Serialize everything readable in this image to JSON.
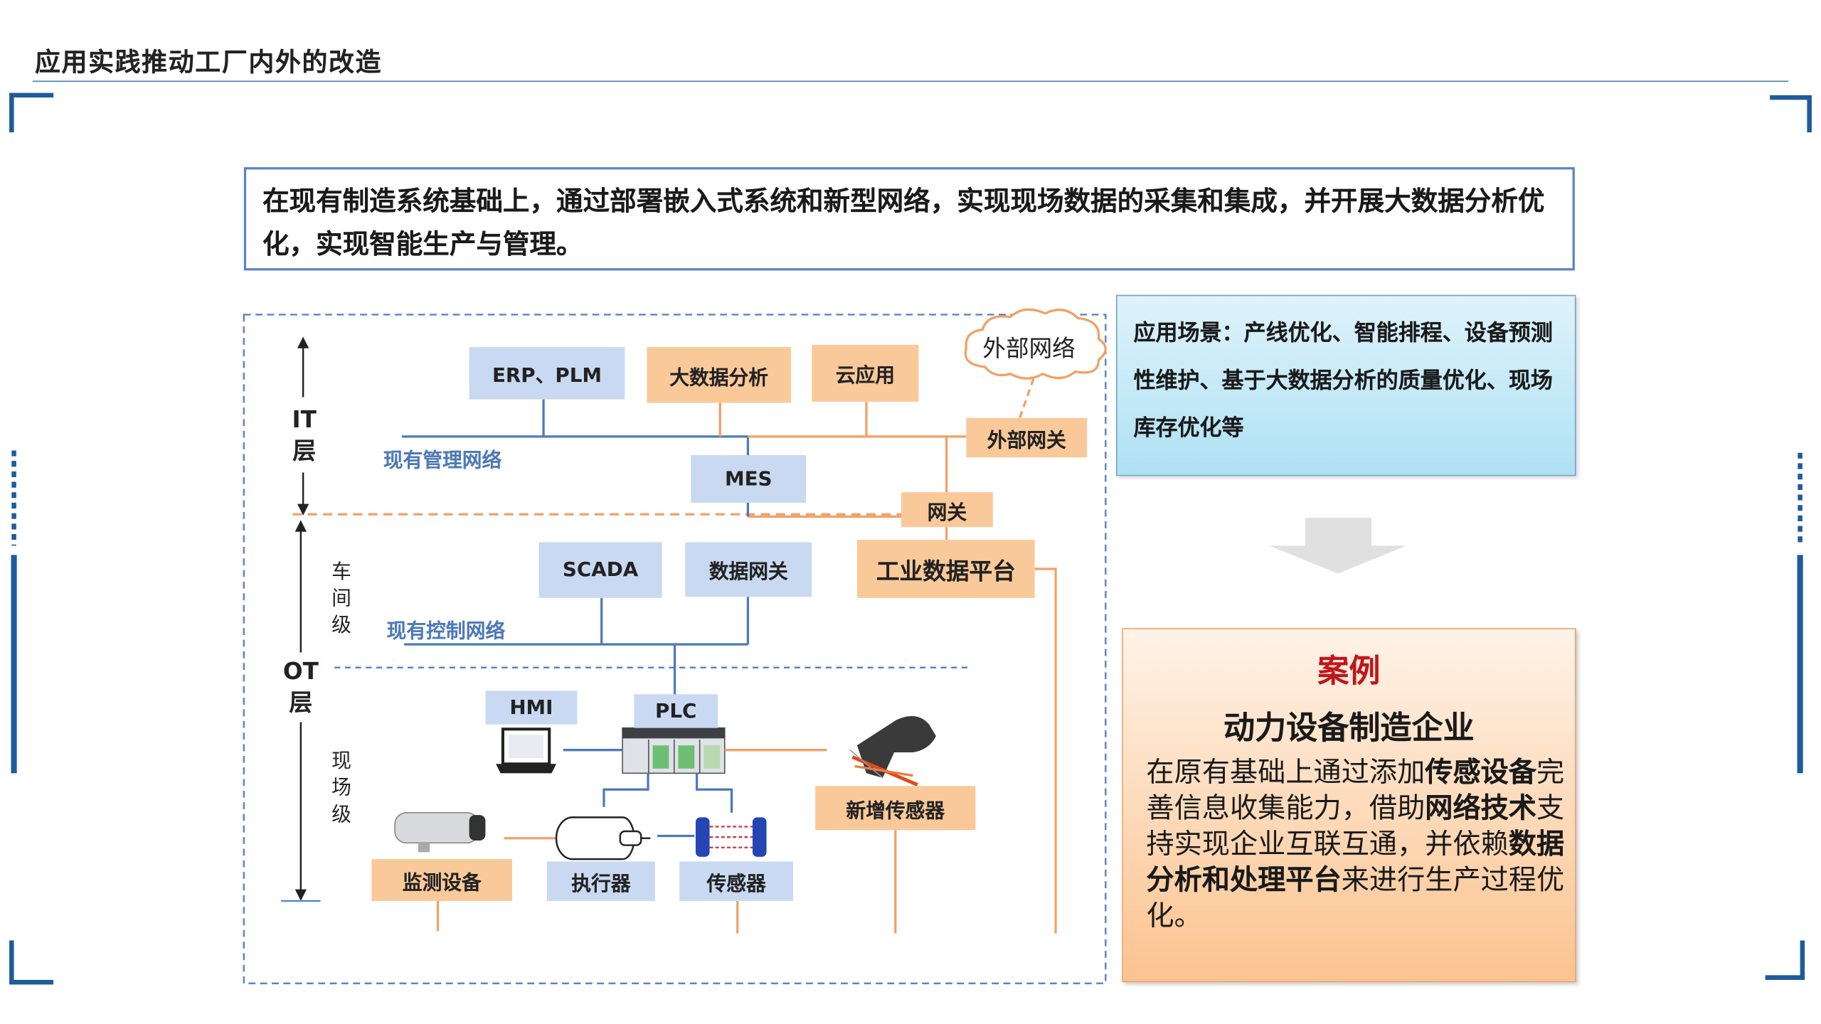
{
  "slide_title": "应用实践推动工厂内外的改造",
  "intro_text": "在现有制造系统基础上，通过部署嵌入式系统和新型网络，实现现场数据的采集和集成，并开展大数据分析优化，实现智能生产与管理。",
  "diagram": {
    "boxes": {
      "erp": "ERP、PLM",
      "bigdata": "大数据分析",
      "cloud_app": "云应用",
      "external_gateway": "外部网关",
      "mes": "MES",
      "gateway": "网关",
      "scada": "SCADA",
      "data_gateway": "数据网关",
      "industrial_platform": "工业数据平台",
      "hmi": "HMI",
      "plc": "PLC",
      "new_sensor": "新增传感器",
      "monitor": "监测设备",
      "actuator": "执行器",
      "sensor": "传感器"
    },
    "cloud_label": "外部网络",
    "network_labels": {
      "management": "现有管理网络",
      "control": "现有控制网络"
    },
    "layers": {
      "it": [
        "IT",
        "层"
      ],
      "ot": [
        "OT",
        "层"
      ],
      "workshop": [
        "车",
        "间",
        "级"
      ],
      "field": [
        "现",
        "场",
        "级"
      ]
    },
    "colors": {
      "blue_box": "#c9d9f1",
      "orange_box": "#fac99a",
      "blue_line": "#4d7ab8",
      "orange_line": "#f2a066"
    }
  },
  "scenario": {
    "label": "应用场景：",
    "text": "产线优化、智能排程、设备预测性维护、基于大数据分析的质量优化、现场库存优化等"
  },
  "case": {
    "title": "案例",
    "subtitle": "动力设备制造企业",
    "body_parts": [
      {
        "text": "在原有基础上通过添加",
        "bold": false
      },
      {
        "text": "传感设备",
        "bold": true
      },
      {
        "text": "完善信息收集能力，借助",
        "bold": false
      },
      {
        "text": "网络技术",
        "bold": true
      },
      {
        "text": "支持实现企业互联互通，并依赖",
        "bold": false
      },
      {
        "text": "数据分析和处理平台",
        "bold": true
      },
      {
        "text": "来进行生产过程优化。",
        "bold": false
      }
    ]
  }
}
